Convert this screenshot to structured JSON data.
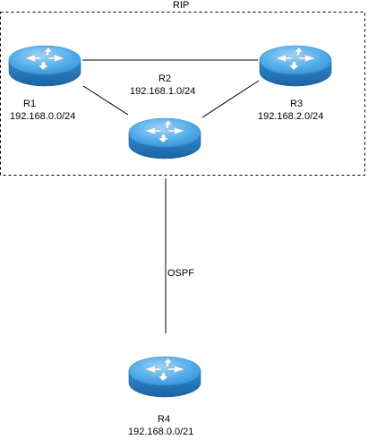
{
  "diagram": {
    "regions": [
      {
        "id": "rip",
        "label": "RIP"
      }
    ],
    "routers": [
      {
        "id": "r1",
        "name": "R1",
        "network": "192.168.0.0/24"
      },
      {
        "id": "r2",
        "name": "R2",
        "network": "192.168.1.0/24"
      },
      {
        "id": "r3",
        "name": "R3",
        "network": "192.168.2.0/24"
      },
      {
        "id": "r4",
        "name": "R4",
        "network": "192.168.0.0/21"
      }
    ],
    "links": [
      {
        "from": "r1",
        "to": "r3",
        "label": ""
      },
      {
        "from": "r1",
        "to": "r2",
        "label": ""
      },
      {
        "from": "r3",
        "to": "r2",
        "label": ""
      },
      {
        "from": "r2",
        "to": "r4",
        "label": "OSPF"
      }
    ],
    "colors": {
      "router_top": "#4da6e8",
      "router_side": "#2b7fc4",
      "router_dark": "#1a5f99",
      "line": "#000000",
      "region_border": "#000000"
    },
    "icon": "router-icon"
  }
}
